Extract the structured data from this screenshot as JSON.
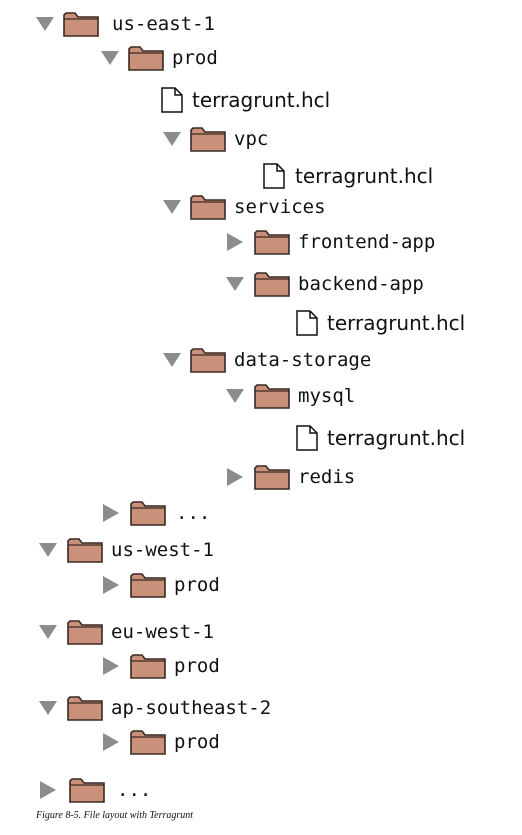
{
  "tree": [
    {
      "label": "us-east-1",
      "type": "folder",
      "state": "expanded"
    },
    {
      "label": "prod",
      "type": "folder",
      "state": "expanded"
    },
    {
      "label": "terragrunt.hcl",
      "type": "file"
    },
    {
      "label": "vpc",
      "type": "folder",
      "state": "expanded"
    },
    {
      "label": "terragrunt.hcl",
      "type": "file"
    },
    {
      "label": "services",
      "type": "folder",
      "state": "expanded"
    },
    {
      "label": "frontend-app",
      "type": "folder",
      "state": "collapsed"
    },
    {
      "label": "backend-app",
      "type": "folder",
      "state": "expanded"
    },
    {
      "label": "terragrunt.hcl",
      "type": "file"
    },
    {
      "label": "data-storage",
      "type": "folder",
      "state": "expanded"
    },
    {
      "label": "mysql",
      "type": "folder",
      "state": "expanded"
    },
    {
      "label": "terragrunt.hcl",
      "type": "file"
    },
    {
      "label": "redis",
      "type": "folder",
      "state": "collapsed"
    },
    {
      "label": "...",
      "type": "folder",
      "state": "collapsed"
    },
    {
      "label": "us-west-1",
      "type": "folder",
      "state": "expanded"
    },
    {
      "label": "prod",
      "type": "folder",
      "state": "collapsed"
    },
    {
      "label": "eu-west-1",
      "type": "folder",
      "state": "expanded"
    },
    {
      "label": "prod",
      "type": "folder",
      "state": "collapsed"
    },
    {
      "label": "ap-southeast-2",
      "type": "folder",
      "state": "expanded"
    },
    {
      "label": "prod",
      "type": "folder",
      "state": "collapsed"
    },
    {
      "label": "...",
      "type": "folder",
      "state": "collapsed"
    }
  ],
  "icons": {
    "folder": "folder-icon",
    "file": "file-icon",
    "expanded": "triangle-down-icon",
    "collapsed": "triangle-right-icon"
  },
  "colors": {
    "folder_fill": "#c9917a",
    "folder_stroke": "#3a2a22",
    "triangle": "#8c8c8c"
  },
  "caption": "Figure 8-5. File layout with Terragrunt"
}
